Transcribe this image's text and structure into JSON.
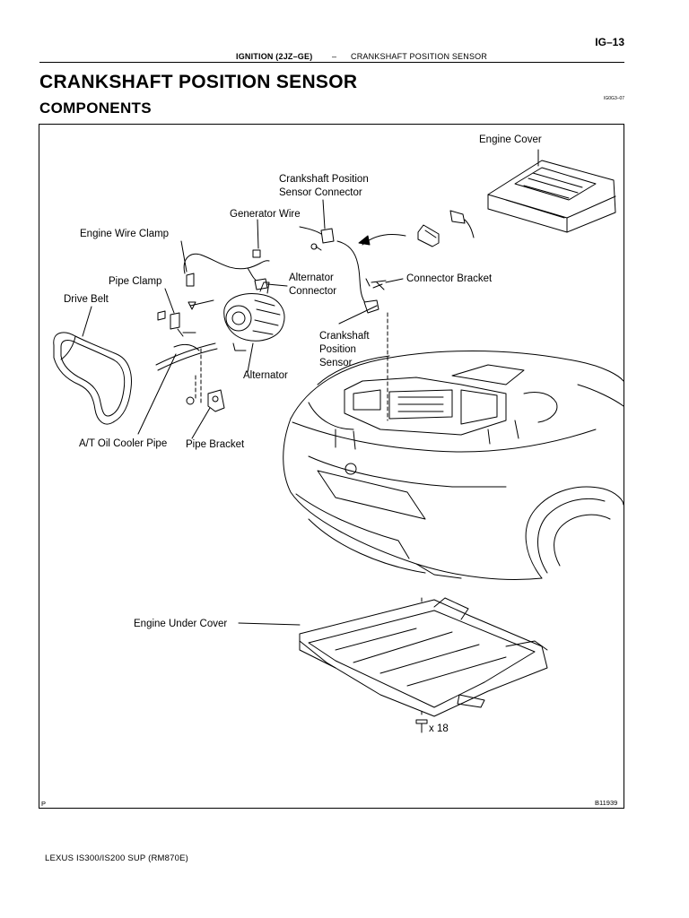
{
  "header": {
    "section": "IGNITION (2JZ–GE)",
    "dash": "–",
    "subsection": "CRANKSHAFT POSITION SENSOR",
    "page_number": "IG–13"
  },
  "title": "CRANKSHAFT POSITION SENSOR",
  "subtitle": "COMPONENTS",
  "doc_code": "IG0G3–07",
  "figure": {
    "labels": {
      "engine_cover": "Engine Cover",
      "ckp_connector": "Crankshaft Position\nSensor Connector",
      "generator_wire": "Generator Wire",
      "engine_wire_clamp": "Engine Wire Clamp",
      "pipe_clamp": "Pipe Clamp",
      "alternator_connector": "Alternator\nConnector",
      "connector_bracket": "Connector Bracket",
      "drive_belt": "Drive Belt",
      "ckp_sensor": "Crankshaft\nPosition\nSensor",
      "alternator": "Alternator",
      "at_oil_cooler_pipe": "A/T Oil Cooler Pipe",
      "pipe_bracket": "Pipe Bracket",
      "engine_under_cover": "Engine Under Cover",
      "bolt_count": "x 18"
    },
    "corner_left": "P",
    "figure_id": "B11939"
  },
  "footer": "LEXUS IS300/IS200 SUP   (RM870E)"
}
